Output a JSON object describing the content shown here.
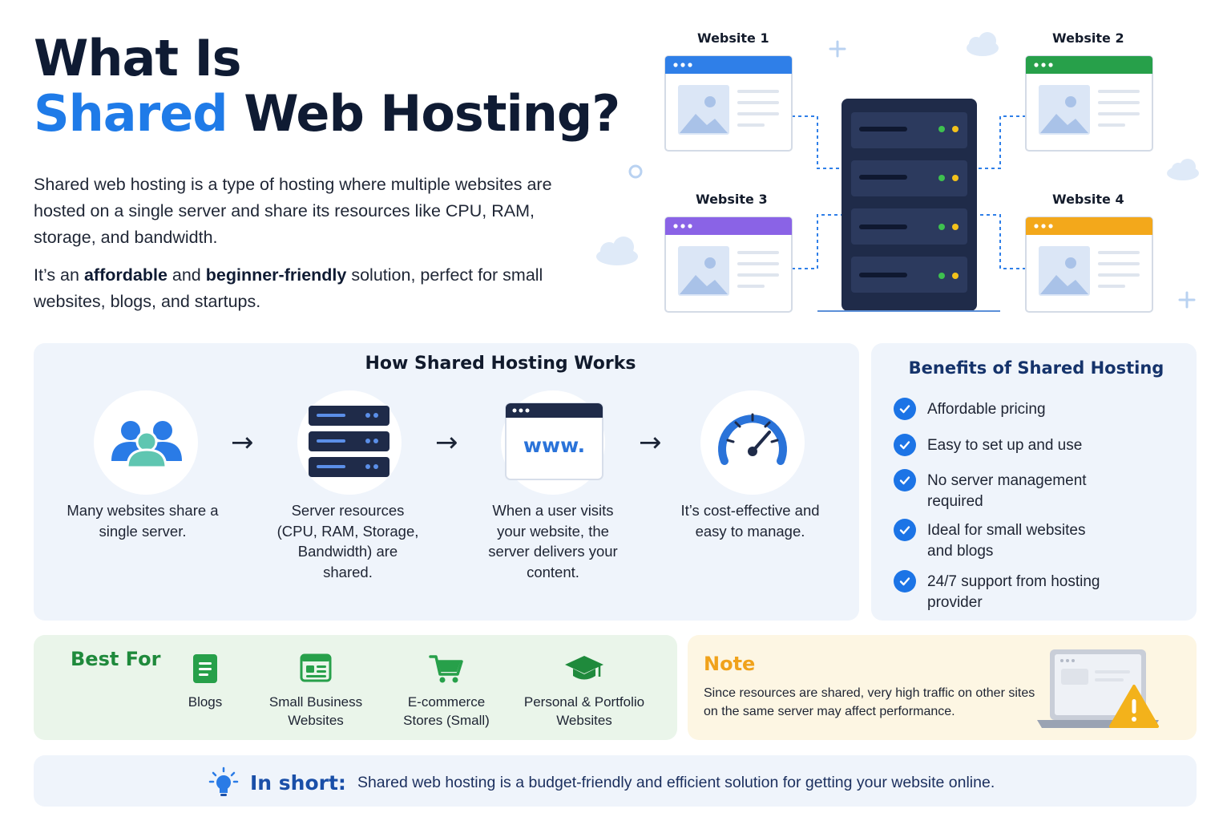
{
  "header": {
    "title_line1": "What Is",
    "title_accent": "Shared",
    "title_rest": "Web Hosting?"
  },
  "intro": {
    "p1": "Shared web hosting is a type of hosting where multiple websites are hosted on a single server and share its resources like CPU, RAM, storage, and bandwidth.",
    "p2_a": "It’s an",
    "p2_b1": "affordable",
    "p2_and": "and",
    "p2_b2": "beginner-friendly",
    "p2_c": "solution, perfect for small websites, blogs, and startups."
  },
  "illustration": {
    "sites": [
      {
        "label": "Website 1",
        "color": "#2f7fe8"
      },
      {
        "label": "Website 2",
        "color": "#27a04a"
      },
      {
        "label": "Website 3",
        "color": "#8a63e6"
      },
      {
        "label": "Website 4",
        "color": "#f3a81b"
      }
    ]
  },
  "how": {
    "title": "How Shared Hosting Works",
    "steps": [
      {
        "icon": "users-icon",
        "text": "Many websites share a single server."
      },
      {
        "icon": "server-icon",
        "text": "Server resources (CPU, RAM, Storage, Bandwidth) are shared."
      },
      {
        "icon": "browser-www-icon",
        "text": "When a user visits your website, the server delivers your content.",
        "badge": "www."
      },
      {
        "icon": "speedometer-icon",
        "text": "It’s cost-effective and easy to manage."
      }
    ],
    "arrow": "→"
  },
  "benefits": {
    "title": "Benefits of Shared Hosting",
    "items": [
      "Affordable pricing",
      "Easy to set up and use",
      "No server management required",
      "Ideal for small websites and blogs",
      "24/7 support from hosting provider"
    ]
  },
  "best_for": {
    "title": "Best For",
    "items": [
      {
        "icon": "document-icon",
        "label": "Blogs"
      },
      {
        "icon": "newspaper-icon",
        "label": "Small Business Websites"
      },
      {
        "icon": "cart-icon",
        "label": "E-commerce Stores (Small)"
      },
      {
        "icon": "graduation-cap-icon",
        "label": "Personal & Portfolio Websites"
      }
    ]
  },
  "note": {
    "title": "Note",
    "text": "Since resources are shared, very high traffic on other sites on the same server may affect performance."
  },
  "in_short": {
    "label": "In short:",
    "text": "Shared web hosting is a budget-friendly and efficient solution for getting your website online."
  },
  "colors": {
    "accent_blue": "#1f7be8",
    "navy": "#0f1b33",
    "green": "#1f8a3c",
    "orange": "#f0a21b"
  }
}
